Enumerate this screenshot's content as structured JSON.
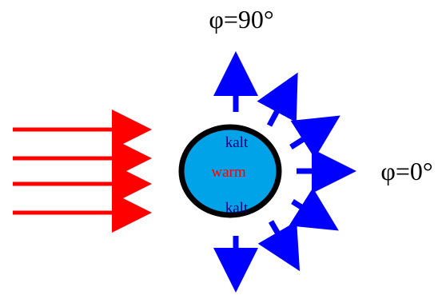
{
  "labels": {
    "angle_top": "φ=90°",
    "angle_right": "φ=0°",
    "sphere_top": "kalt",
    "sphere_middle": "warm",
    "sphere_bottom": "kalt"
  },
  "colors": {
    "incoming_arrows": "#ff0000",
    "outgoing_arrows": "#0000ff",
    "sphere_fill": "#00a2e8",
    "sphere_outline": "#000000",
    "cold_text": "#000080",
    "warm_text": "#ff0000",
    "angle_text": "#000000"
  }
}
